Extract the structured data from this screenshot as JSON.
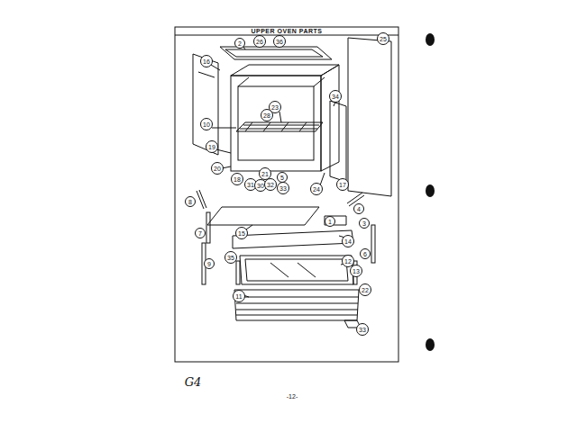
{
  "diagram": {
    "title": "UPPER OVEN PARTS",
    "labels": [
      "16",
      "2",
      "26",
      "36",
      "25",
      "34",
      "10",
      "23",
      "28",
      "19",
      "20",
      "21",
      "18",
      "31",
      "30",
      "32",
      "5",
      "33",
      "24",
      "17",
      "8",
      "7",
      "4",
      "15",
      "1",
      "3",
      "14",
      "6",
      "9",
      "35",
      "12",
      "13",
      "22",
      "11",
      "33",
      "G4",
      "-12-"
    ]
  }
}
